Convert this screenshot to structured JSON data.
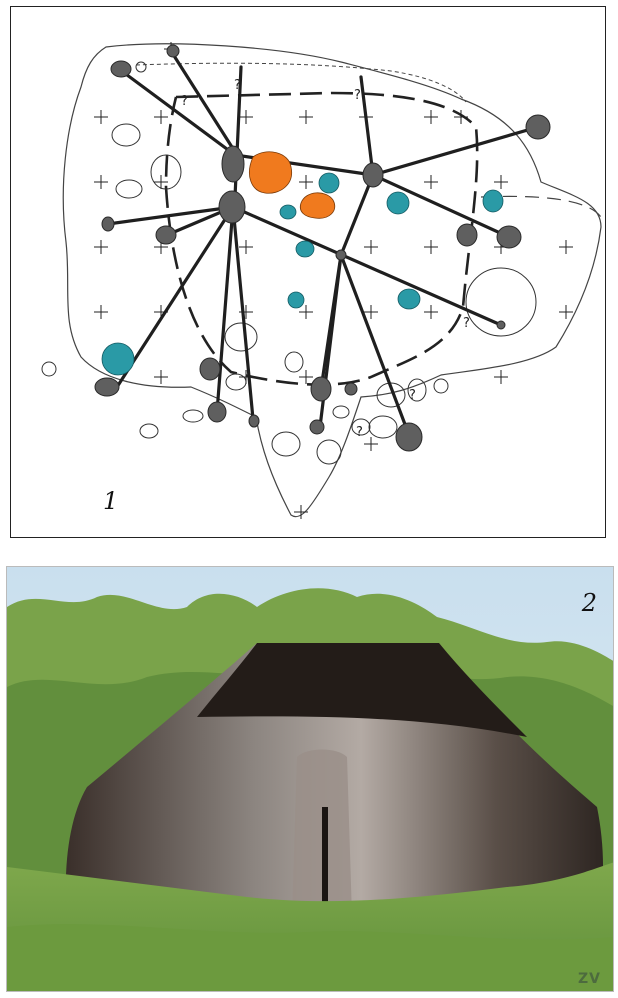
{
  "panel1": {
    "number": "1"
  },
  "panel2": {
    "number": "2",
    "signature": "ZV"
  },
  "colors": {
    "post_fill": "#5f5f5f",
    "post_stroke": "#2a2a2a",
    "hearth": "#f07a1e",
    "pit_teal": "#2a9aa6",
    "beam": "#1f1f1f",
    "outline": "#444444",
    "sky": "#cfe3ef",
    "foliage": "#6f9b46",
    "hut_dark": "#2a211b",
    "hut_light": "#a79e98"
  },
  "icons": {
    "grid_marker": "plus-sign",
    "uncertain_marker": "question-mark"
  },
  "uncertain_label": "?"
}
